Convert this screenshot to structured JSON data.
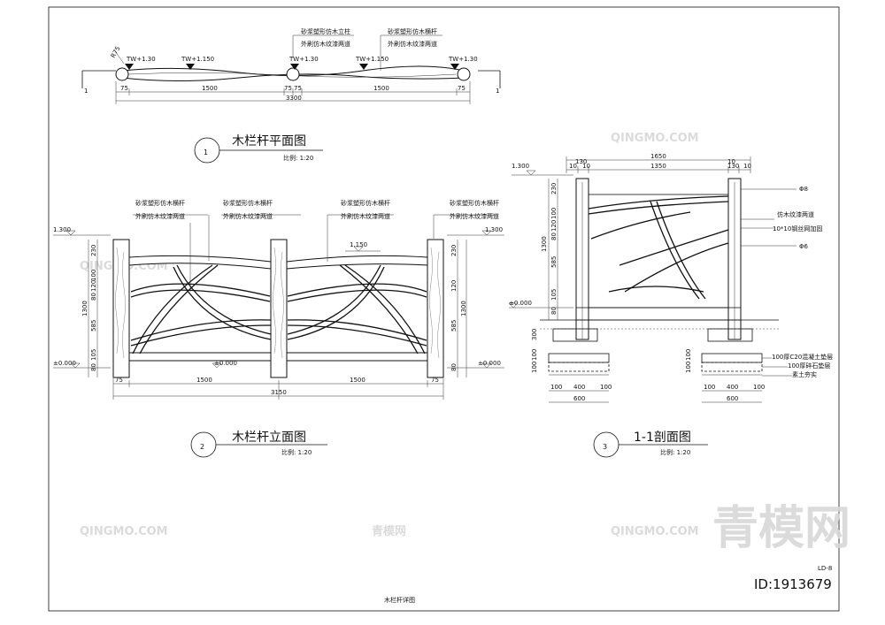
{
  "sheet": {
    "title": "木栏杆详图",
    "sheet_no": "LD-8",
    "id_label": "ID:1913679",
    "watermark_brand": "青模网",
    "watermark_small": "QINGMO.COM",
    "watermark_small_cn": "青模网"
  },
  "plan": {
    "number": "1",
    "title": "木栏杆平面图",
    "scale": "比例: 1:20",
    "leader_post_1": "砂浆塑形仿木立柱",
    "leader_post_2": "外刷仿木纹漆两道",
    "leader_rail_1": "砂浆塑形仿木横杆",
    "leader_rail_2": "外刷仿木纹漆两道",
    "radius": "R75",
    "tw_posts": "TW+1.30",
    "tw_mid": "TW+1.150",
    "dims": [
      "75",
      "1500",
      "75",
      "75",
      "1500",
      "75"
    ],
    "total": "3300",
    "section_mark": "1"
  },
  "elevation": {
    "number": "2",
    "title": "木栏杆立面图",
    "scale": "比例: 1:20",
    "leader_a1": "砂浆塑形仿木横杆",
    "leader_a2": "外刷仿木纹漆两道",
    "leader_b1": "砂浆塑形仿木横杆",
    "leader_b2": "外刷仿木纹漆两道",
    "leader_c1": "砂浆塑形仿木横杆",
    "leader_c2": "外刷仿木纹漆两道",
    "leader_d1": "砂浆塑形仿木横杆",
    "leader_d2": "外刷仿木纹漆两道",
    "lvl_top": "1.300",
    "lvl_mid": "1.150",
    "lvl_zero": "±0.000",
    "vdims_left": [
      "230",
      "100",
      "120",
      "80",
      "585",
      "105",
      "80"
    ],
    "vtotal": "1300",
    "hdims": [
      "75",
      "1500",
      "1500",
      "75"
    ],
    "htotal": "3150"
  },
  "section": {
    "number": "3",
    "title": "1-1剖面图",
    "scale": "比例: 1:20",
    "top_total": "1650",
    "top_dims": [
      "130",
      "10",
      "1350",
      "10",
      "130"
    ],
    "top_dims2": [
      "10",
      "10"
    ],
    "lvl_top": "1.300",
    "lvl_zero": "±0.000",
    "vdims": [
      "230",
      "100",
      "120",
      "80",
      "585",
      "105",
      "80"
    ],
    "vtotal": "1300",
    "phi8": "Φ8",
    "phi6": "Φ6",
    "note_paint": "仿木纹漆两道",
    "note_mesh": "10*10钢丝网加固",
    "footing_v": [
      "300",
      "100",
      "100"
    ],
    "layer_1": "100厚C20混凝土垫层",
    "layer_2": "100厚碎石垫层",
    "layer_3": "素土夯实",
    "foot_dims": [
      "100",
      "400",
      "100"
    ],
    "foot_total": "600"
  }
}
